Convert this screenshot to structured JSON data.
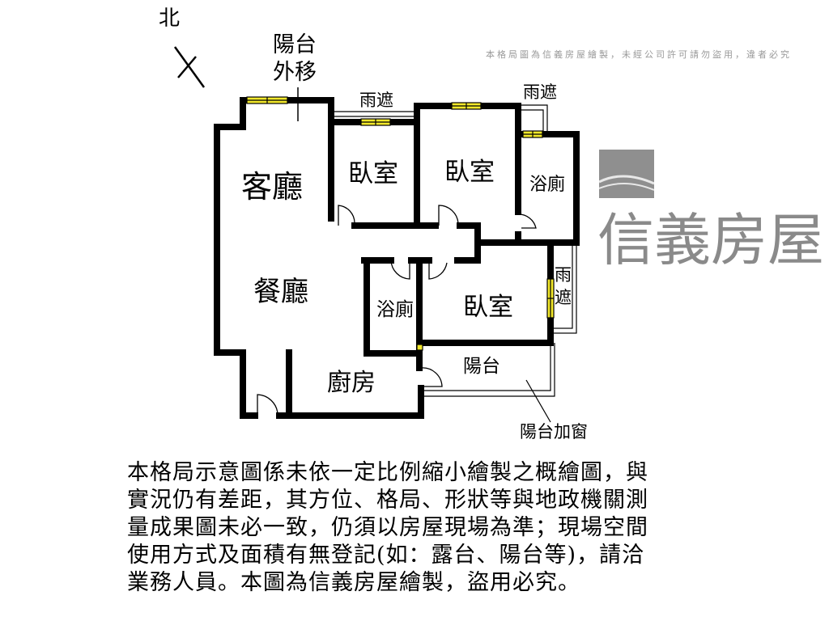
{
  "north": "北",
  "labels": {
    "balcony_moved": [
      "陽台",
      "外移"
    ],
    "rain_shelter_1": "雨遮",
    "rain_shelter_2": "雨遮",
    "rain_shelter_3": [
      "雨",
      "遮"
    ],
    "living_room": "客廳",
    "bedroom_1": "臥室",
    "bedroom_2": "臥室",
    "bedroom_3": "臥室",
    "bathroom_1": "浴廁",
    "bathroom_2": "浴廁",
    "dining_room": "餐廳",
    "kitchen": "廚房",
    "balcony": "陽台",
    "balcony_window": "陽台加窗"
  },
  "watermark": {
    "brand": "信義房屋",
    "notice": "本格局圖為信義房屋繪製，未經公司許可請勿盜用，違者必究"
  },
  "disclaimer": [
    "本格局示意圖係未依一定比例縮小繪製之概繪圖，與",
    "實況仍有差距，其方位、格局、形狀等與地政機關測",
    "量成果圖未必一致，仍須以房屋現場為準；現場空間",
    "使用方式及面積有無登記(如：露台、陽台等)，請洽",
    "業務人員。本圖為信義房屋繪製，盜用必究。"
  ],
  "colors": {
    "wall": "#000000",
    "window": "#f2e82a",
    "watermark": "#8a8a8a"
  }
}
